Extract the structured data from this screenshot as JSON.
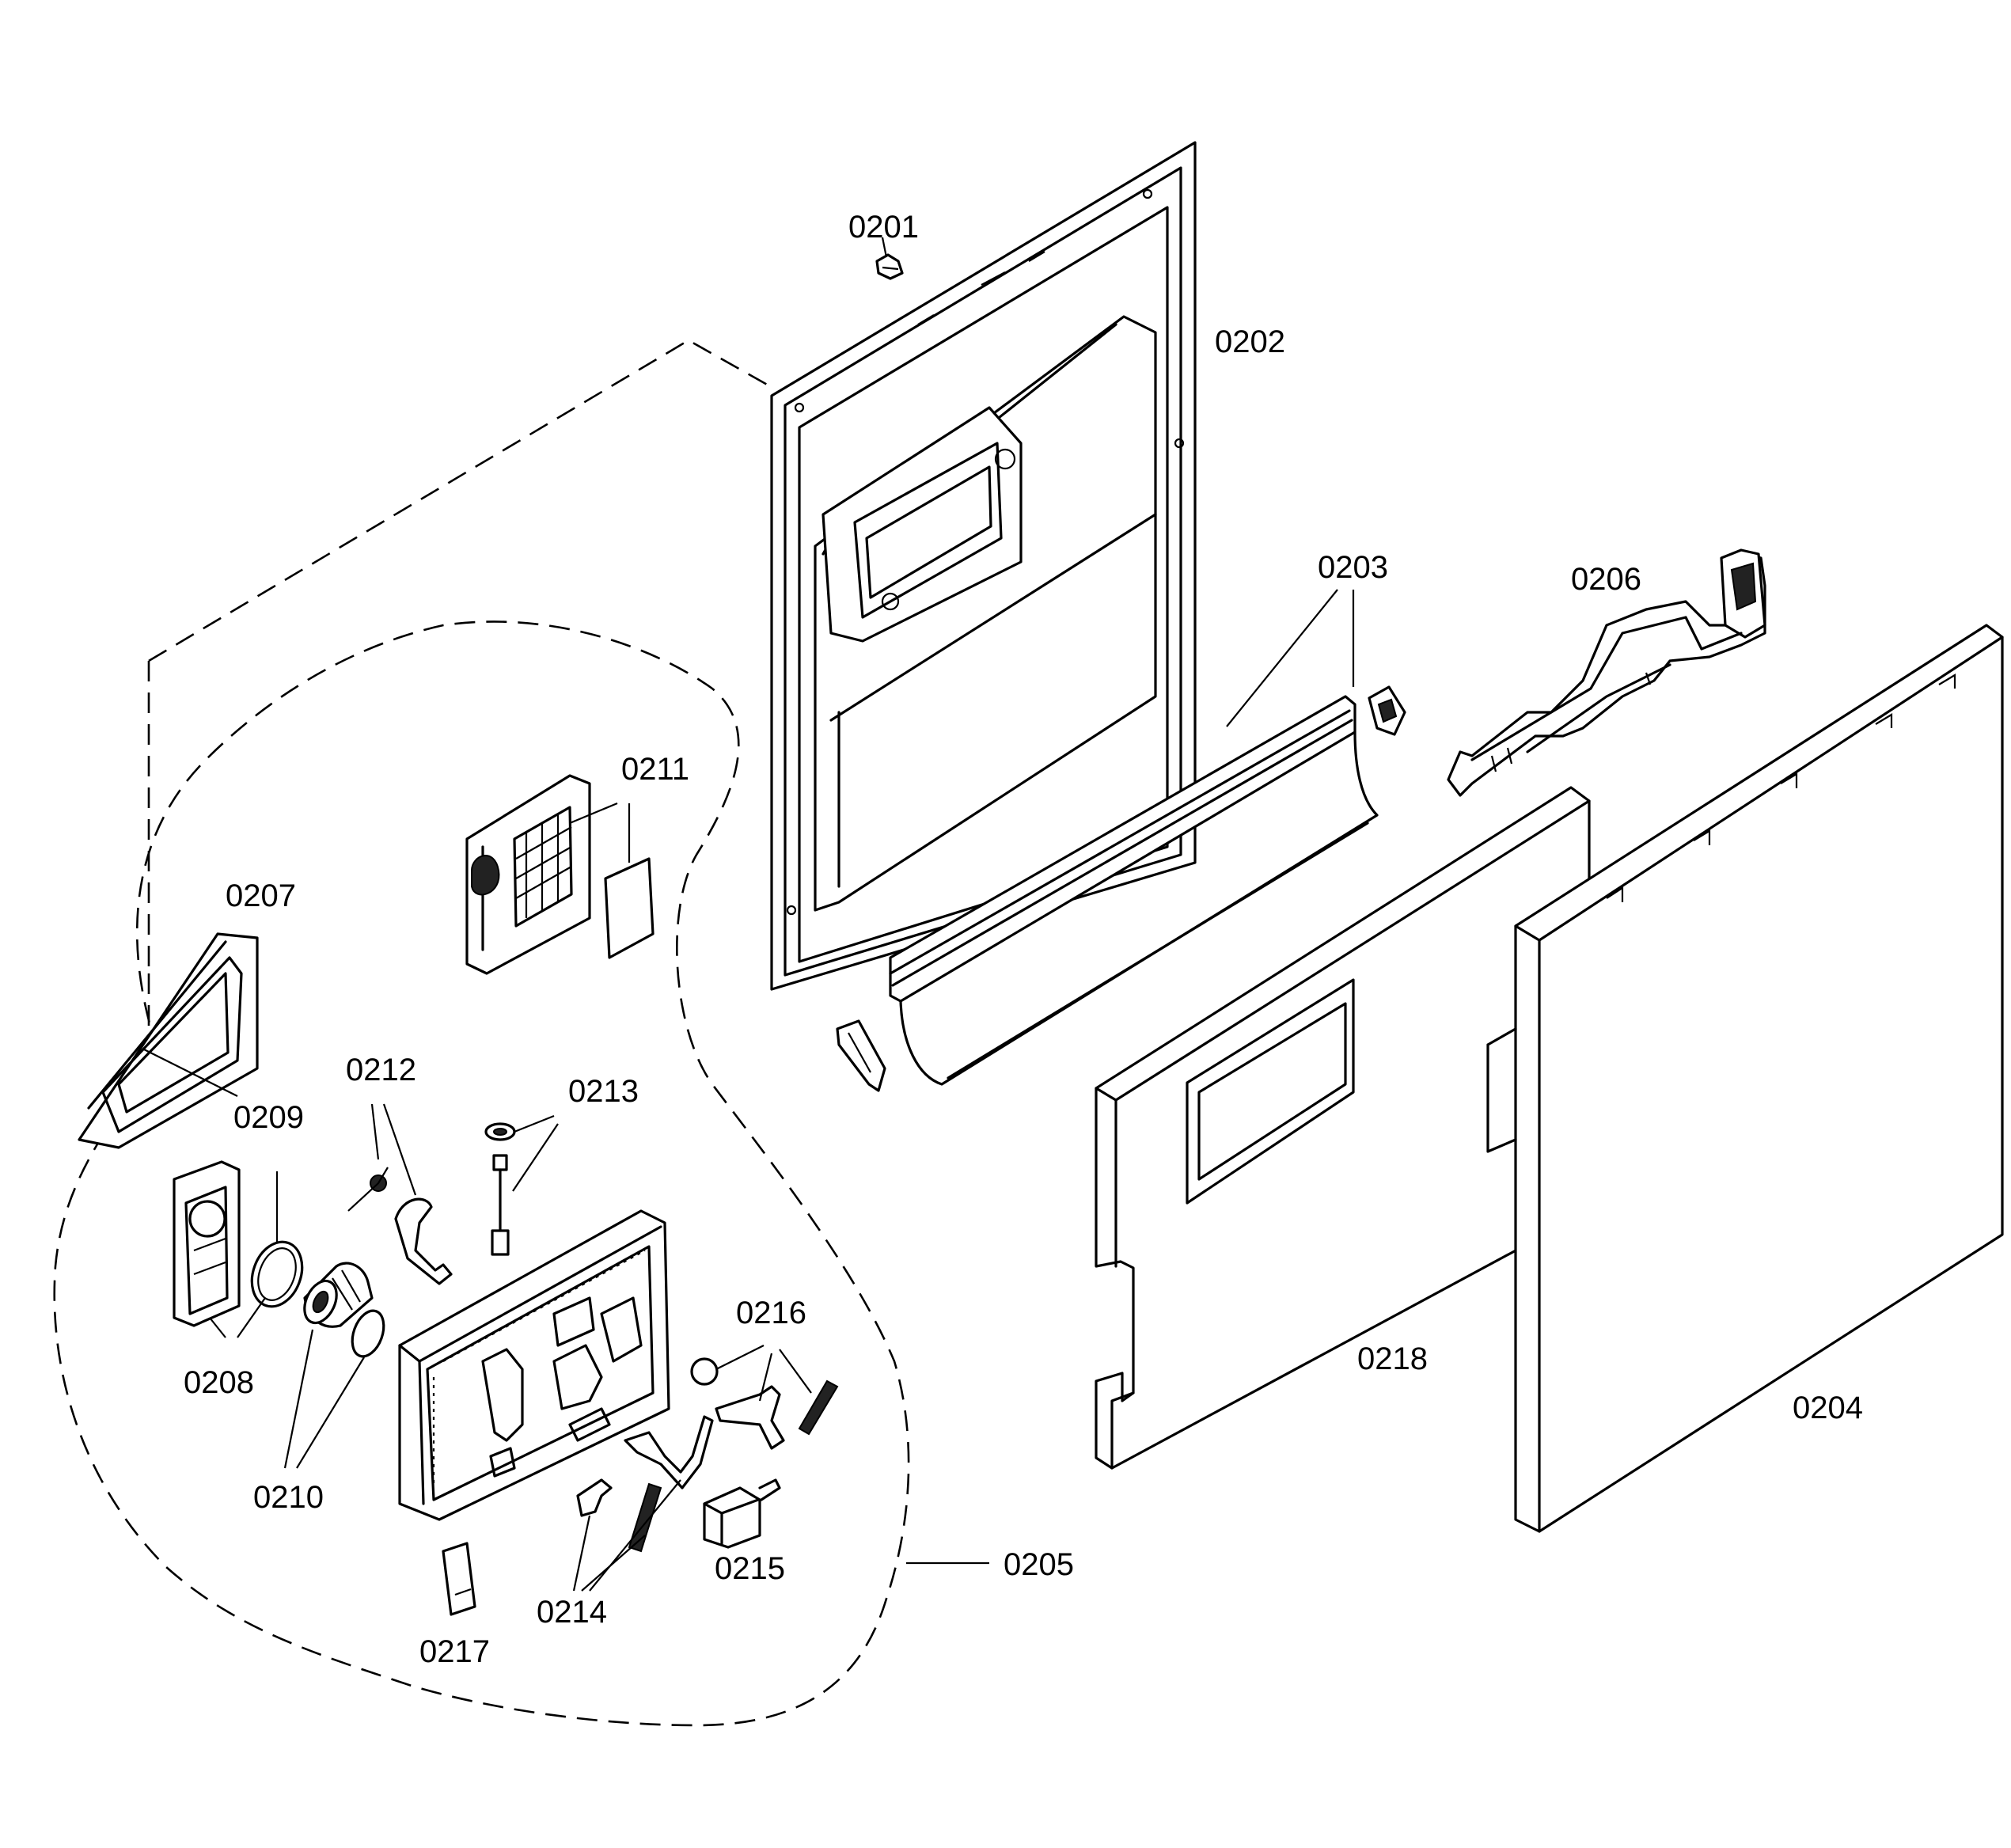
{
  "labels": {
    "p0201": "0201",
    "p0202": "0202",
    "p0203": "0203",
    "p0204": "0204",
    "p0205": "0205",
    "p0206": "0206",
    "p0207": "0207",
    "p0208": "0208",
    "p0209": "0209",
    "p0210": "0210",
    "p0211": "0211",
    "p0212": "0212",
    "p0213": "0213",
    "p0214": "0214",
    "p0215": "0215",
    "p0216": "0216",
    "p0217": "0217",
    "p0218": "0218"
  }
}
